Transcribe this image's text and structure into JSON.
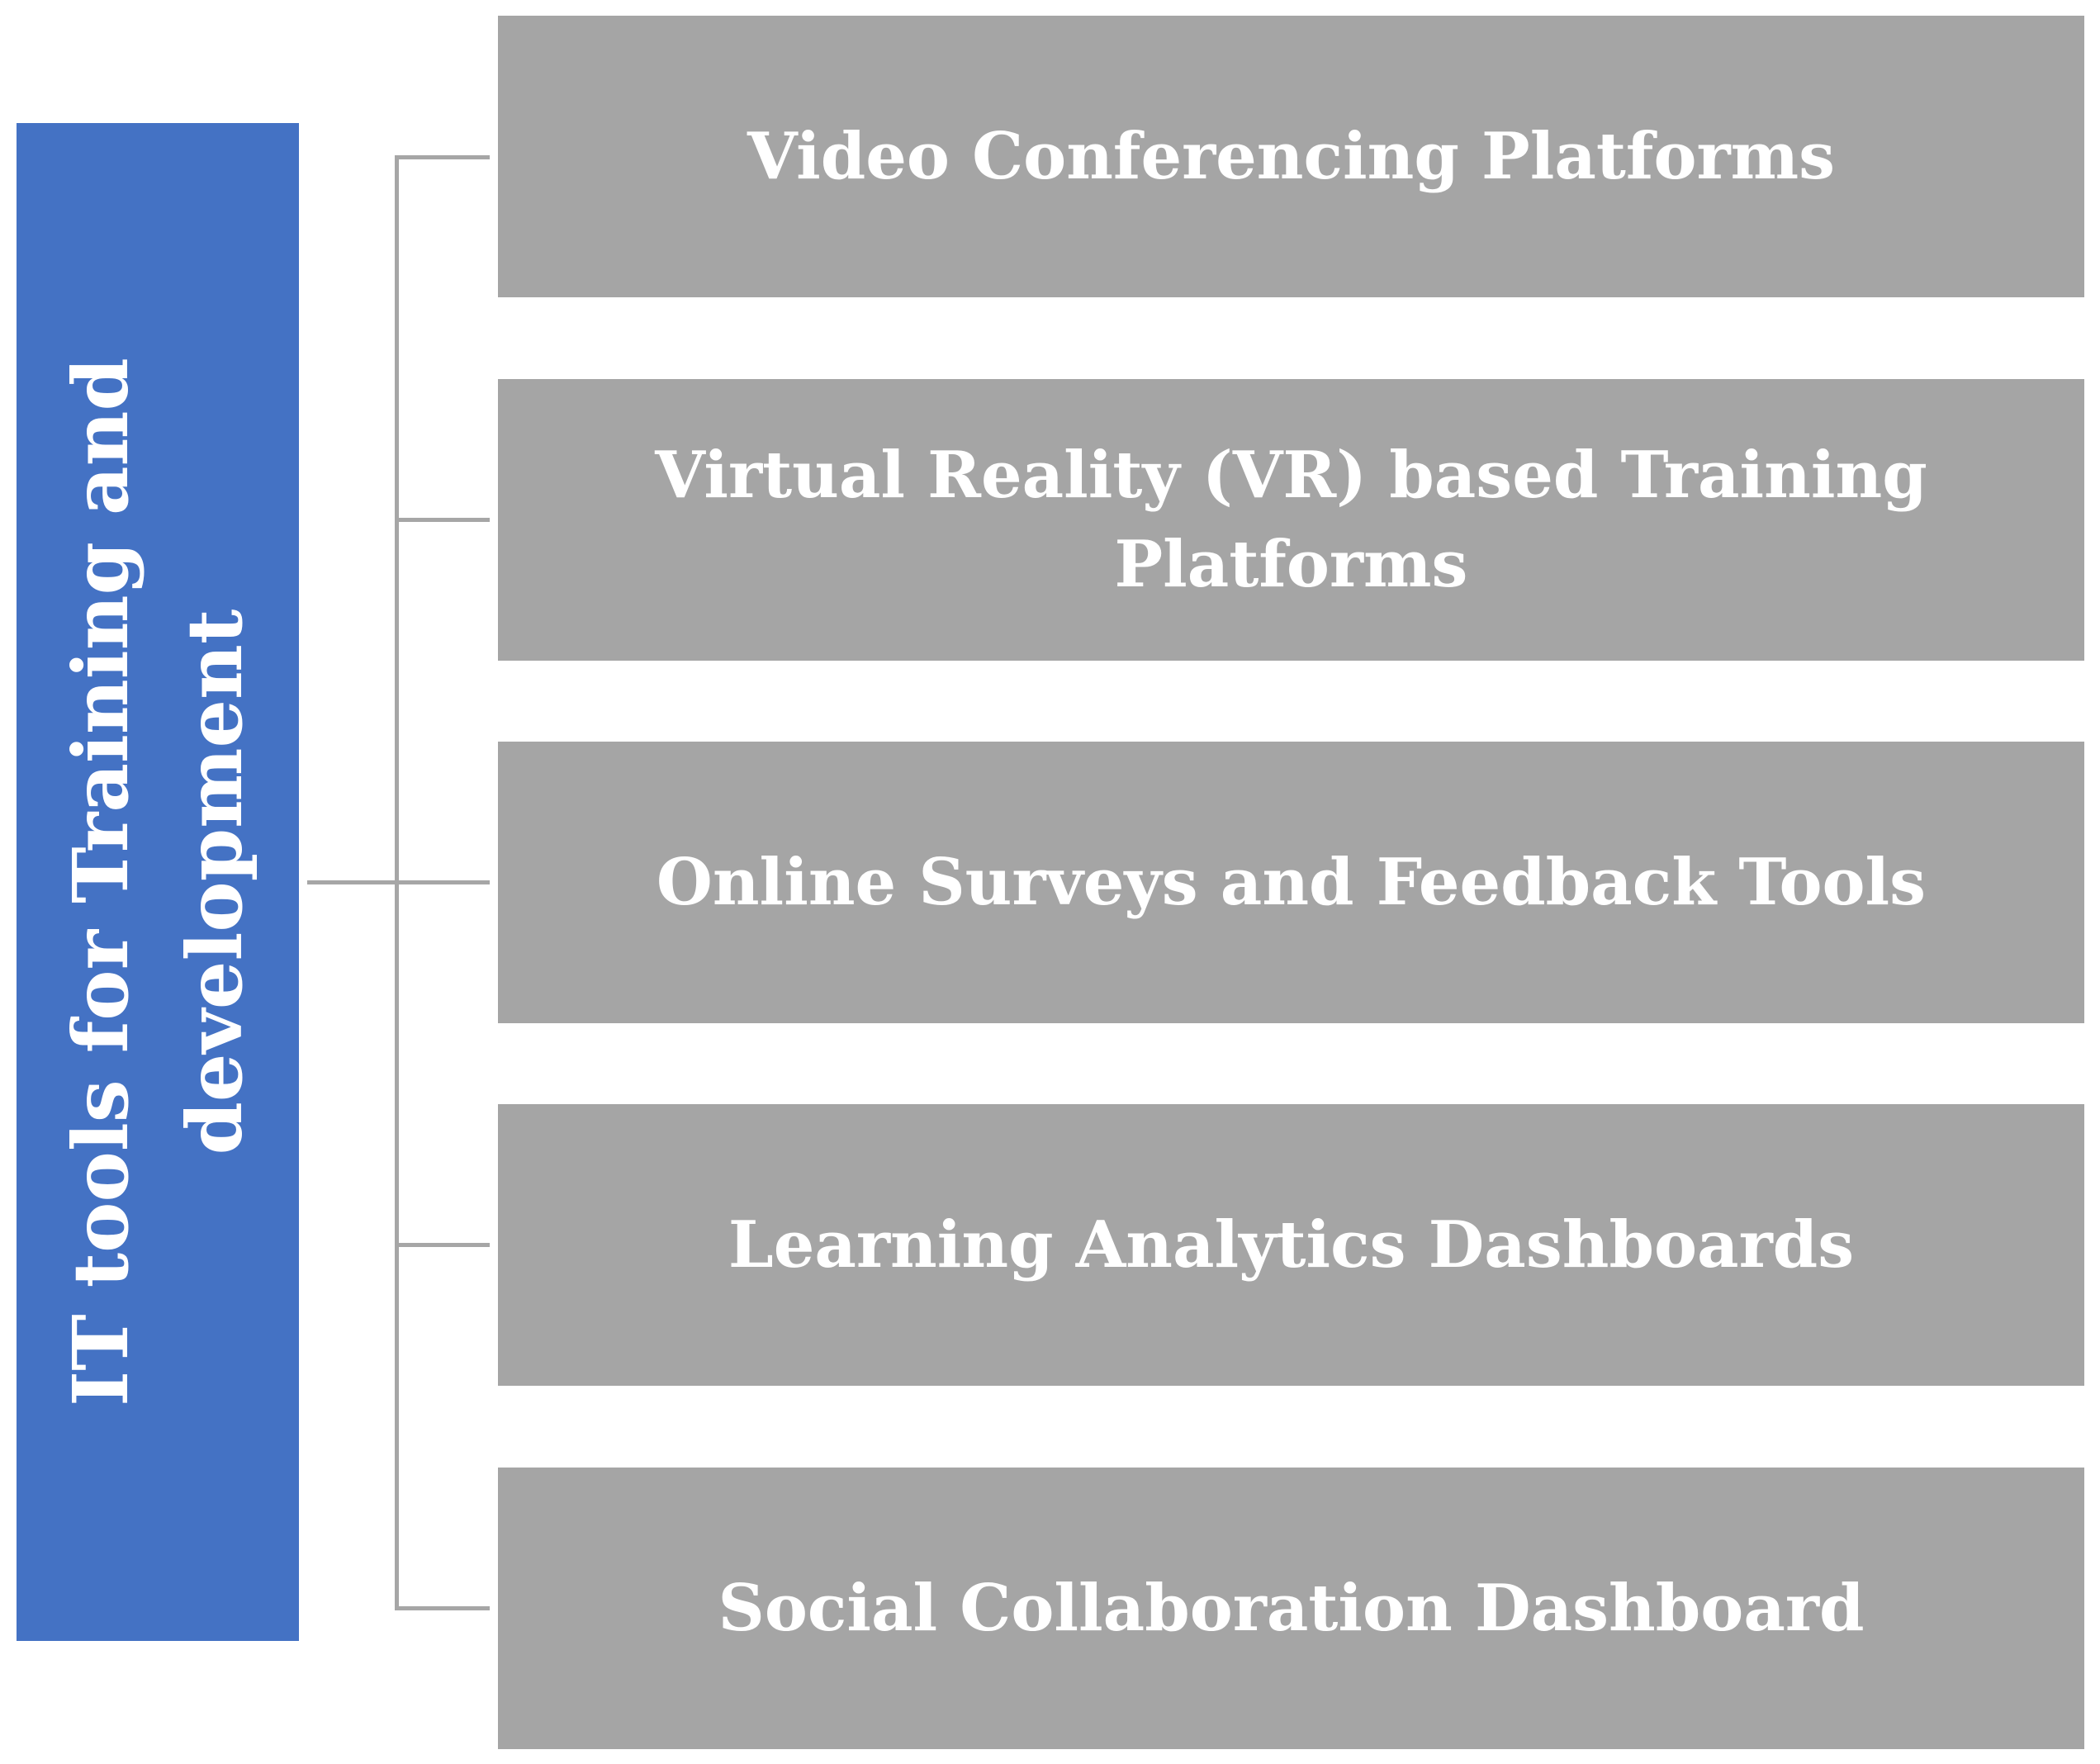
{
  "diagram": {
    "root": {
      "label": "IT tools for Training and development",
      "color": "#4472C4"
    },
    "children": [
      {
        "label": "Video Conferencing Platforms"
      },
      {
        "label": "Virtual Reality (VR) based Training Platforms"
      },
      {
        "label": "Online Surveys and Feedback Tools"
      },
      {
        "label": "Learning Analytics Dashboards"
      },
      {
        "label": "Social Collaboration Dashboard"
      }
    ],
    "child_color": "#A5A5A5",
    "connector_color": "#A6A6A6"
  }
}
